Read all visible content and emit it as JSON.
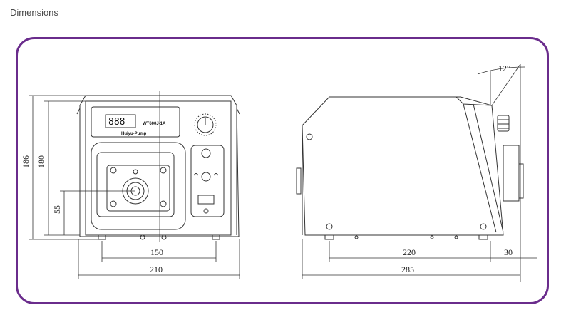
{
  "page": {
    "title": "Dimensions"
  },
  "device": {
    "display_digits": "888",
    "model": "WT600J-1A",
    "brand": "Huiyu-Pump"
  },
  "front_view": {
    "dim_186": "186",
    "dim_180": "180",
    "dim_55": "55",
    "dim_150": "150",
    "dim_210": "210"
  },
  "side_view": {
    "angle": "12°",
    "dim_220": "220",
    "dim_30": "30",
    "dim_285": "285"
  },
  "colors": {
    "frame": "#6a2c8c",
    "line": "#333333"
  }
}
